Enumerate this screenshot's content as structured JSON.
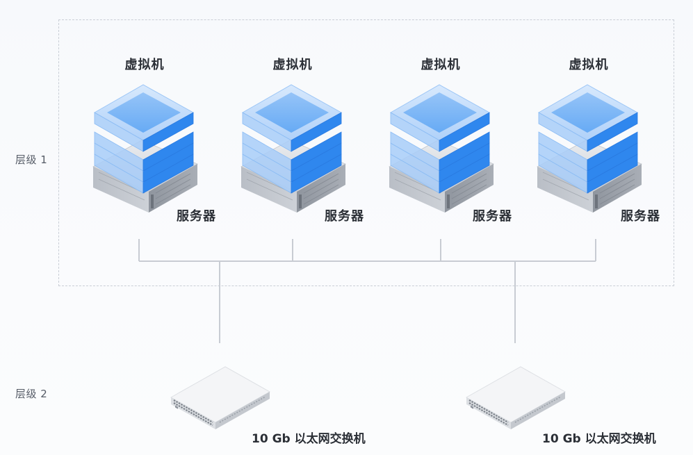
{
  "tiers": {
    "tier1_label": "层级 1",
    "tier2_label": "层级 2"
  },
  "nodes": [
    {
      "vm_label": "虚拟机",
      "server_label": "服务器"
    },
    {
      "vm_label": "虚拟机",
      "server_label": "服务器"
    },
    {
      "vm_label": "虚拟机",
      "server_label": "服务器"
    },
    {
      "vm_label": "虚拟机",
      "server_label": "服务器"
    }
  ],
  "switches": [
    {
      "label": "10 Gb 以太网交换机"
    },
    {
      "label": "10 Gb 以太网交换机"
    }
  ],
  "colors": {
    "vm_blue": "#3d8ff0",
    "vm_light": "#bcd9fb",
    "server_gray": "#d3d6db",
    "wire": "#c8ccd3",
    "dash": "#c9ced6"
  }
}
